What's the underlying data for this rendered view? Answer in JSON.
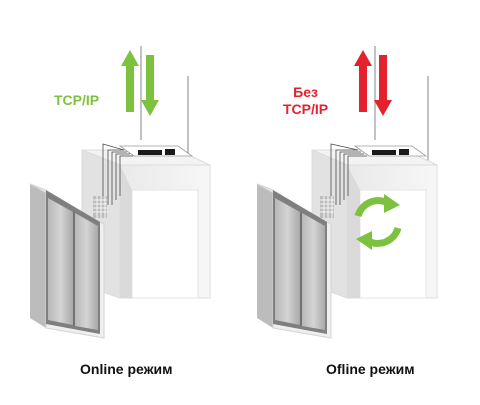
{
  "panels": [
    {
      "caption": "Online режим",
      "protocol_lines": [
        "TCP/IP"
      ],
      "protocol_color": "#7dc23f"
    },
    {
      "caption": "Ofline режим",
      "protocol_lines": [
        "Без",
        "TCP/IP"
      ],
      "protocol_color": "#e4222e"
    }
  ],
  "colors": {
    "online_arrow": "#7dc23f",
    "offline_arrow": "#e4222e",
    "sync_icon": "#7dc23f",
    "frame": "#dcdcdc",
    "door": "#8c8c8c"
  },
  "icons": [
    "sync-icon",
    "elevator-door-icon",
    "controller-board-icon",
    "transfer-arrows-icon"
  ]
}
